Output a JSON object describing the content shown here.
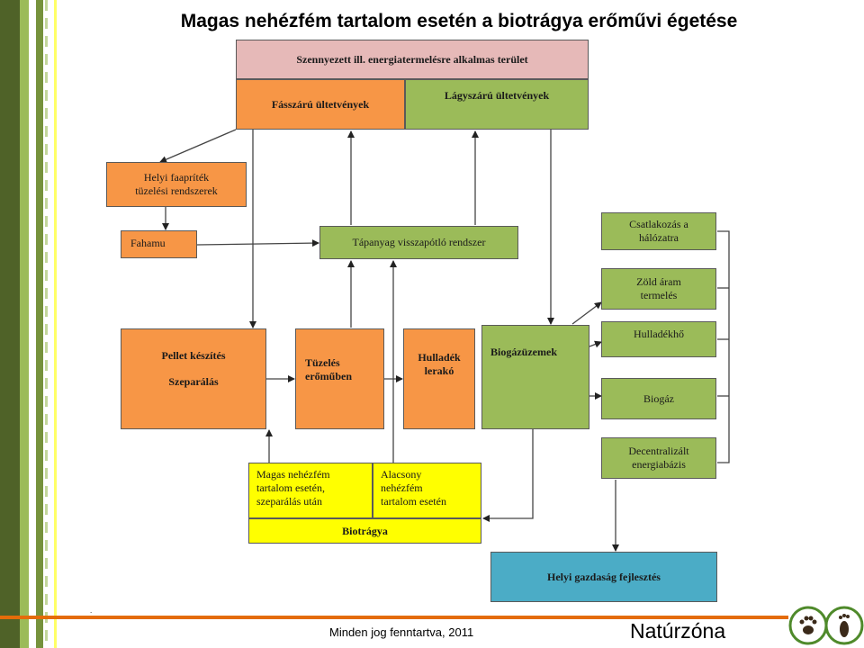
{
  "title": "Magas nehézfém tartalom esetén a biotrágya erőművi égetése",
  "boxes": {
    "polluted": "Szennyezett ill. energiatermelésre alkalmas terület",
    "woody": "Fásszárú ültetvények",
    "herb": "Lágyszárú ültetvények",
    "local_wood_1": "Helyi faapríték",
    "local_wood_2": "tüzelési rendszerek",
    "ash": "Fahamu",
    "nutrient": "Tápanyag visszapótló rendszer",
    "grid_1": "Csatlakozás a",
    "grid_2": "hálózatra",
    "green_1": "Zöld áram",
    "green_2": "termelés",
    "pellet_1": "Pellet készítés",
    "pellet_2": "Szeparálás",
    "burn_1": "Tüzelés",
    "burn_2": "erőműben",
    "waste_1": "Hulladék",
    "waste_2": "lerakó",
    "biogas_plant": "Biogázüzemek",
    "waste_heat": "Hulladékhő",
    "biogas": "Biogáz",
    "decentral_1": "Decentralizált",
    "decentral_2": "energiabázis",
    "high_1": "Magas nehézfém",
    "high_2": "tartalom esetén,",
    "high_3": "szeparálás után",
    "low_1": "Alacsony",
    "low_2": "nehézfém",
    "low_3": "tartalom esetén",
    "biomanure": "Biotrágya",
    "local_econ": "Helyi gazdaság fejlesztés"
  },
  "footer": {
    "copyright": "Minden jog fenntartva, 2011",
    "brand": "Natúrzóna",
    "dot": "."
  },
  "colors": {
    "orange": "#f79646",
    "green": "#9bbb59",
    "pink": "#e6b9b8",
    "yellow": "#ffff00",
    "blue": "#4bacc6",
    "footer_line": "#e46c0a",
    "stripe_dark": "#4f6228",
    "stripe_light": "#9bbb59"
  },
  "icons": [
    "paw-print-icon",
    "footprint-icon"
  ]
}
